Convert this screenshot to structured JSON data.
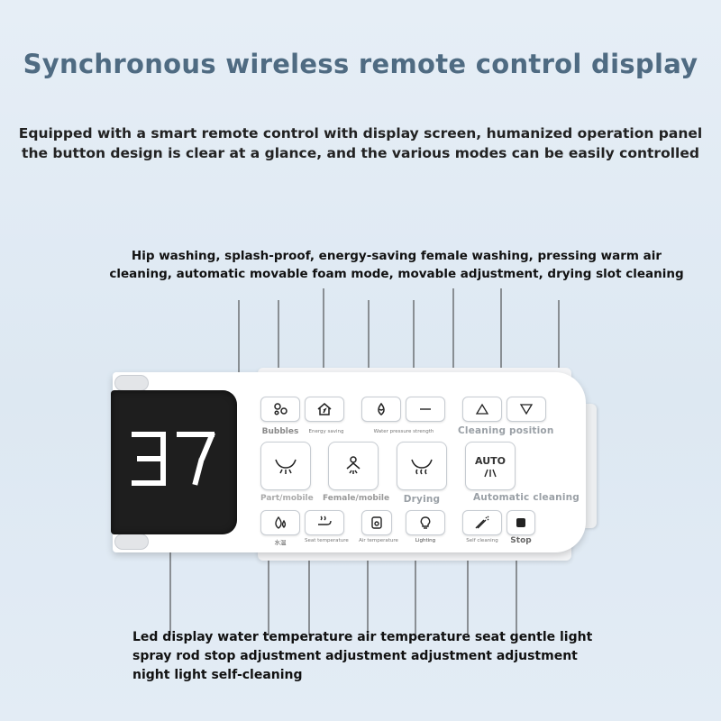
{
  "header": {
    "title": "Synchronous wireless remote control display",
    "subtitle": "Equipped with a smart remote control with display screen, humanized operation panel the button design is clear at a glance, and the various modes can be easily controlled"
  },
  "top_description": "Hip washing, splash-proof, energy-saving female washing, pressing warm air cleaning, automatic movable foam mode, movable adjustment, drying slot cleaning",
  "bottom_description": "Led display water temperature air temperature seat gentle light spray rod stop adjustment adjustment adjustment adjustment night light self-cleaning",
  "remote": {
    "display_value": "37",
    "labels": {
      "bubbles": "Bubbles",
      "energy_saving": "Energy saving",
      "water_pressure": "Water pressure strength",
      "cleaning_position": "Cleaning position",
      "part_mobile": "Part/mobile",
      "female_mobile": "Female/mobile",
      "drying": "Drying",
      "automatic_cleaning": "Automatic cleaning",
      "water_temp": "水温",
      "seat_temperature": "Seat temperature",
      "air_temperature": "Air temperature",
      "lighting": "Lighting",
      "self_cleaning": "Self cleaning",
      "stop": "Stop",
      "auto": "AUTO"
    }
  },
  "colors": {
    "title": "#4f6b82",
    "screen": "#1e1e1e",
    "button_border": "#c7ccd2"
  }
}
